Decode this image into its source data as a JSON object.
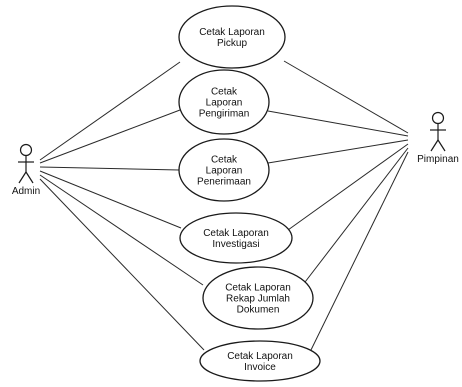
{
  "diagram": {
    "type": "use-case",
    "actors": [
      {
        "id": "admin",
        "label": "Admin"
      },
      {
        "id": "pimpinan",
        "label": "Pimpinan"
      }
    ],
    "use_cases": [
      {
        "id": "uc1",
        "lines": [
          "Cetak Laporan",
          "Pickup"
        ]
      },
      {
        "id": "uc2",
        "lines": [
          "Cetak",
          "Laporan",
          "Pengiriman"
        ]
      },
      {
        "id": "uc3",
        "lines": [
          "Cetak",
          "Laporan",
          "Penerimaan"
        ]
      },
      {
        "id": "uc4",
        "lines": [
          "Cetak Laporan",
          "Investigasi"
        ]
      },
      {
        "id": "uc5",
        "lines": [
          "Cetak Laporan",
          "Rekap Jumlah",
          "Dokumen"
        ]
      },
      {
        "id": "uc6",
        "lines": [
          "Cetak Laporan",
          "Invoice"
        ]
      }
    ],
    "associations": [
      {
        "actor": "admin",
        "use_case": "uc1"
      },
      {
        "actor": "admin",
        "use_case": "uc2"
      },
      {
        "actor": "admin",
        "use_case": "uc3"
      },
      {
        "actor": "admin",
        "use_case": "uc4"
      },
      {
        "actor": "admin",
        "use_case": "uc5"
      },
      {
        "actor": "admin",
        "use_case": "uc6"
      },
      {
        "actor": "pimpinan",
        "use_case": "uc1"
      },
      {
        "actor": "pimpinan",
        "use_case": "uc2"
      },
      {
        "actor": "pimpinan",
        "use_case": "uc3"
      },
      {
        "actor": "pimpinan",
        "use_case": "uc4"
      },
      {
        "actor": "pimpinan",
        "use_case": "uc5"
      },
      {
        "actor": "pimpinan",
        "use_case": "uc6"
      }
    ]
  }
}
